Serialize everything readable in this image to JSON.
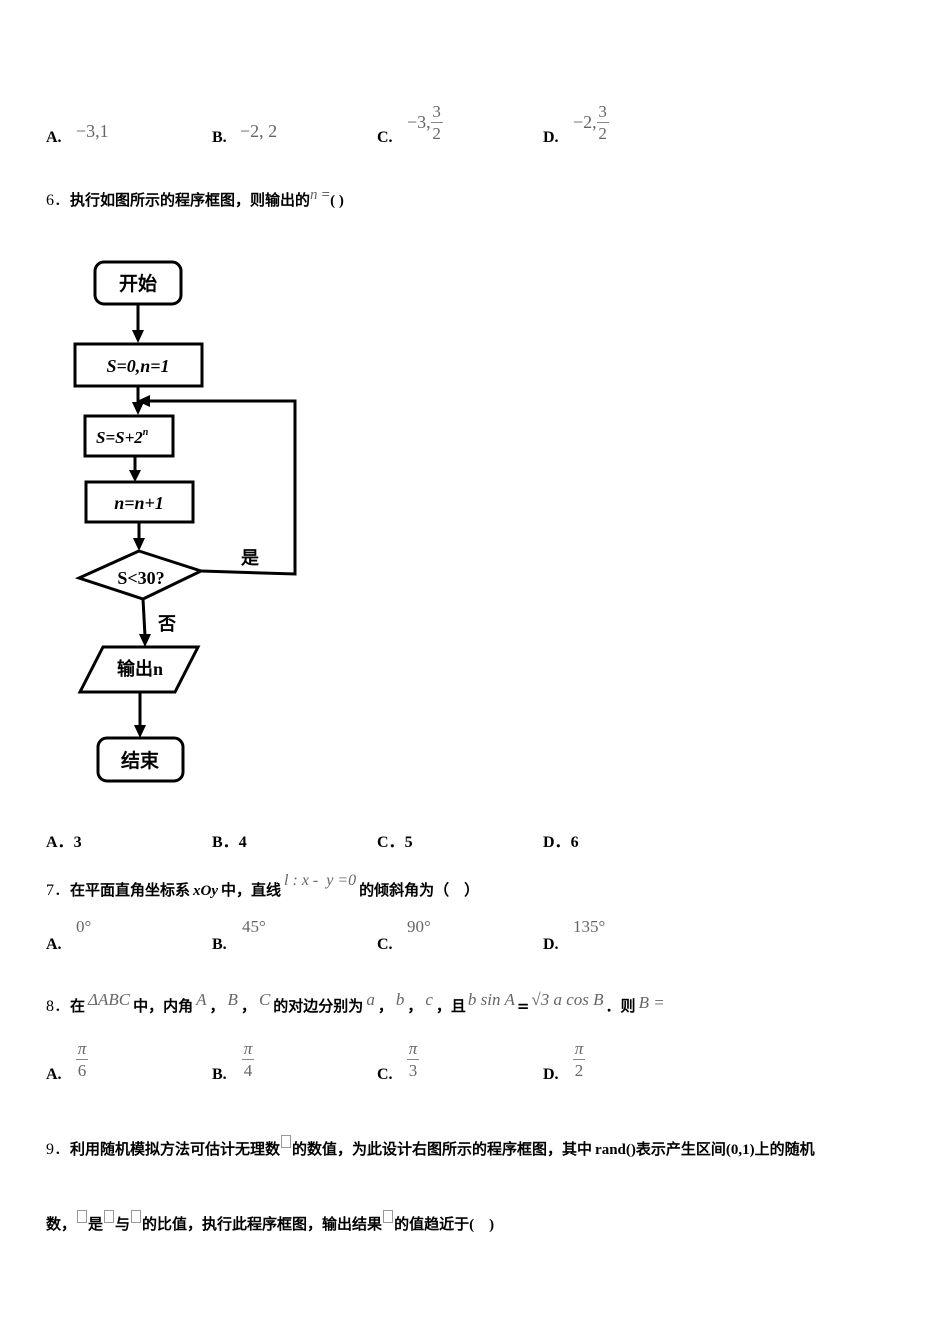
{
  "q5_options": [
    {
      "label": "A.",
      "value": "−3,1"
    },
    {
      "label": "B.",
      "value": "−2, 2"
    },
    {
      "label": "C.",
      "value_prefix": "−3,",
      "num": "3",
      "den": "2"
    },
    {
      "label": "D.",
      "value_prefix": "−2,",
      "num": "3",
      "den": "2"
    }
  ],
  "q6": {
    "number": "6．",
    "text": "执行如图所示的程序框图，则输出的",
    "var": "n",
    "eq": "=",
    "paren": "( )",
    "flowchart": {
      "start": "开始",
      "init": "S=0,n=1",
      "step1_prefix": "S=S+2",
      "step1_sup": "n",
      "step2": "n=n+1",
      "condition": "S<30?",
      "yes": "是",
      "no": "否",
      "output": "输出n",
      "end": "结束"
    },
    "options": [
      {
        "label": "A．",
        "value": "3"
      },
      {
        "label": "B．",
        "value": "4"
      },
      {
        "label": "C．",
        "value": "5"
      },
      {
        "label": "D．",
        "value": "6"
      }
    ]
  },
  "q7": {
    "number": "7．",
    "text_before": "在平面直角坐标系",
    "system": "xOy",
    "text_mid": "中，直线",
    "line_eq": "l : x -  y =0",
    "text_after": "的倾斜角为（　）",
    "options": [
      {
        "label": "A.",
        "value": "0°"
      },
      {
        "label": "B.",
        "value": "45°"
      },
      {
        "label": "C.",
        "value": "90°"
      },
      {
        "label": "D.",
        "value": "135°"
      }
    ]
  },
  "q8": {
    "number": "8．",
    "t1": "在",
    "triangle": "ΔABC",
    "t2": "中，内角",
    "A": "A",
    "sep": "，",
    "B": "B",
    "C": "C",
    "t3": "的对边分别为",
    "a": "a",
    "b": "b",
    "c": "c",
    "t4": "，且",
    "lhs": "b sin A",
    "eq": "=",
    "rhs": "√3 a cos B",
    "t5": "．则",
    "ask": "B =",
    "options": [
      {
        "label": "A.",
        "num": "π",
        "den": "6"
      },
      {
        "label": "B.",
        "num": "π",
        "den": "4"
      },
      {
        "label": "C.",
        "num": "π",
        "den": "3"
      },
      {
        "label": "D.",
        "num": "π",
        "den": "2"
      }
    ]
  },
  "q9": {
    "number": "9．",
    "line1_a": "利用随机模拟方法可估计无理数",
    "line1_b": "的数值，为此设计右图所示的程序框图，其中",
    "rand": "rand()",
    "line1_c": "表示产生区间",
    "interval": "(0,1)",
    "line1_d": "上的随机",
    "line2_a": "数，",
    "line2_b": "是",
    "line2_c": "与",
    "line2_d": "的比值，执行此程序框图，输出结果",
    "line2_e": "的值趋近于",
    "paren": "(　)"
  }
}
